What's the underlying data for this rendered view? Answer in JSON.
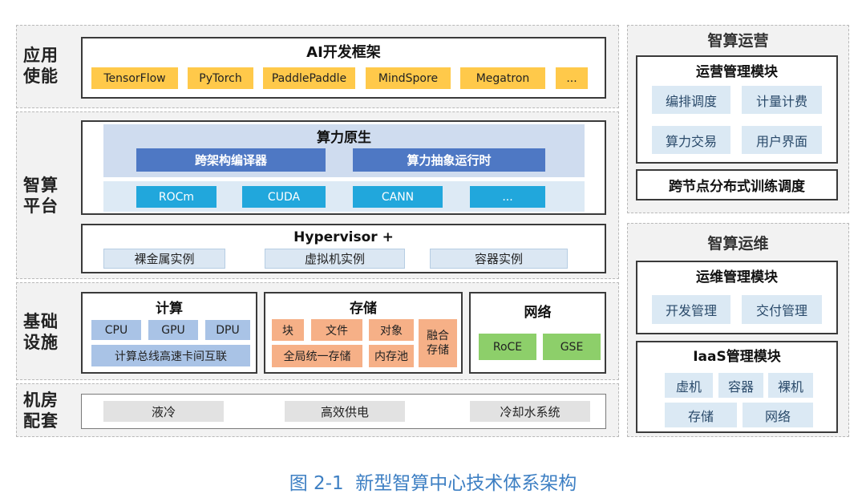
{
  "layers": {
    "app": {
      "label": "应用\n使能",
      "title": "AI开发框架",
      "frameworks": [
        "TensorFlow",
        "PyTorch",
        "PaddlePaddle",
        "MindSpore",
        "Megatron",
        "..."
      ]
    },
    "platform": {
      "label": "智算\n平台",
      "native_title": "算力原生",
      "compiler": "跨架构编译器",
      "runtime": "算力抽象运行时",
      "stacks": [
        "ROCm",
        "CUDA",
        "CANN",
        "..."
      ],
      "hypervisor_title": "Hypervisor +",
      "instances": [
        "裸金属实例",
        "虚拟机实例",
        "容器实例"
      ]
    },
    "infra": {
      "label": "基础\n设施",
      "compute": {
        "title": "计算",
        "items": [
          "CPU",
          "GPU",
          "DPU"
        ],
        "interconnect": "计算总线高速卡间互联"
      },
      "storage": {
        "title": "存储",
        "row1": [
          "块",
          "文件",
          "对象"
        ],
        "row2": [
          "全局统一存储",
          "内存池"
        ],
        "fusion": "融合\n存储"
      },
      "network": {
        "title": "网络",
        "items": [
          "RoCE",
          "GSE"
        ]
      }
    },
    "facility": {
      "label": "机房\n配套",
      "items": [
        "液冷",
        "高效供电",
        "冷却水系统"
      ]
    }
  },
  "ops": {
    "title": "智算运营",
    "module_title": "运营管理模块",
    "modules": [
      "编排调度",
      "计量计费",
      "算力交易",
      "用户界面"
    ],
    "distributed": "跨节点分布式训练调度"
  },
  "maint": {
    "title": "智算运维",
    "module_title": "运维管理模块",
    "modules": [
      "开发管理",
      "交付管理"
    ],
    "iaas_title": "IaaS管理模块",
    "iaas_row1": [
      "虚机",
      "容器",
      "裸机"
    ],
    "iaas_row2": [
      "存储",
      "网络"
    ]
  },
  "caption": "图 2-1  新型智算中心技术体系架构",
  "colors": {
    "framework_yellow": "#ffc94a",
    "compiler_blue": "#4e78c4",
    "stack_cyan": "#21a7dc",
    "compute_blue": "#a9c3e6",
    "storage_orange": "#f6b087",
    "network_green": "#8dcf6a",
    "caption_blue": "#3d7fc3"
  }
}
